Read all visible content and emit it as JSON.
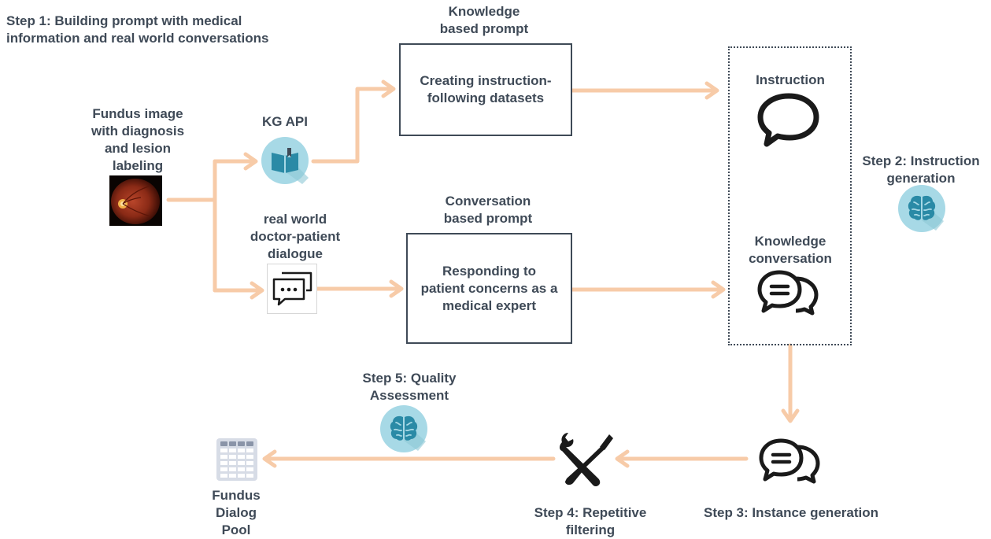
{
  "step1": {
    "line1": "Step 1: Building prompt with medical",
    "line2": "information and real world conversations"
  },
  "fundus_image": {
    "line1": "Fundus image",
    "line2": "with diagnosis",
    "line3": "and lesion",
    "line4": "labeling"
  },
  "kg_api": {
    "label": "KG API"
  },
  "real_world": {
    "line1": "real world",
    "line2": "doctor-patient",
    "line3": "dialogue"
  },
  "knowledge_prompt": {
    "line1": "Knowledge",
    "line2": "based prompt"
  },
  "conversation_prompt": {
    "line1": "Conversation",
    "line2": "based prompt"
  },
  "box_instruction_dataset": {
    "line1": "Creating instruction-",
    "line2": "following datasets"
  },
  "box_responding": {
    "line1": "Responding to",
    "line2": "patient concerns as a",
    "line3": "medical expert"
  },
  "instruction": {
    "label": "Instruction"
  },
  "knowledge_conversation": {
    "line1": "Knowledge",
    "line2": "conversation"
  },
  "step2": {
    "line1": "Step 2: Instruction",
    "line2": "generation"
  },
  "step3": {
    "label": "Step 3: Instance generation"
  },
  "step4": {
    "line1": "Step 4: Repetitive",
    "line2": "filtering"
  },
  "step5": {
    "line1": "Step 5: Quality",
    "line2": "Assessment"
  },
  "pool": {
    "line1": "Fundus",
    "line2": "Dialog",
    "line3": "Pool"
  },
  "colors": {
    "arrow": "#f7cba8",
    "text": "#3f4a57",
    "icon_circle": "#a7d9e6",
    "icon_dark": "#2a8aa6",
    "icon_shadow": "#8ec8d6"
  }
}
